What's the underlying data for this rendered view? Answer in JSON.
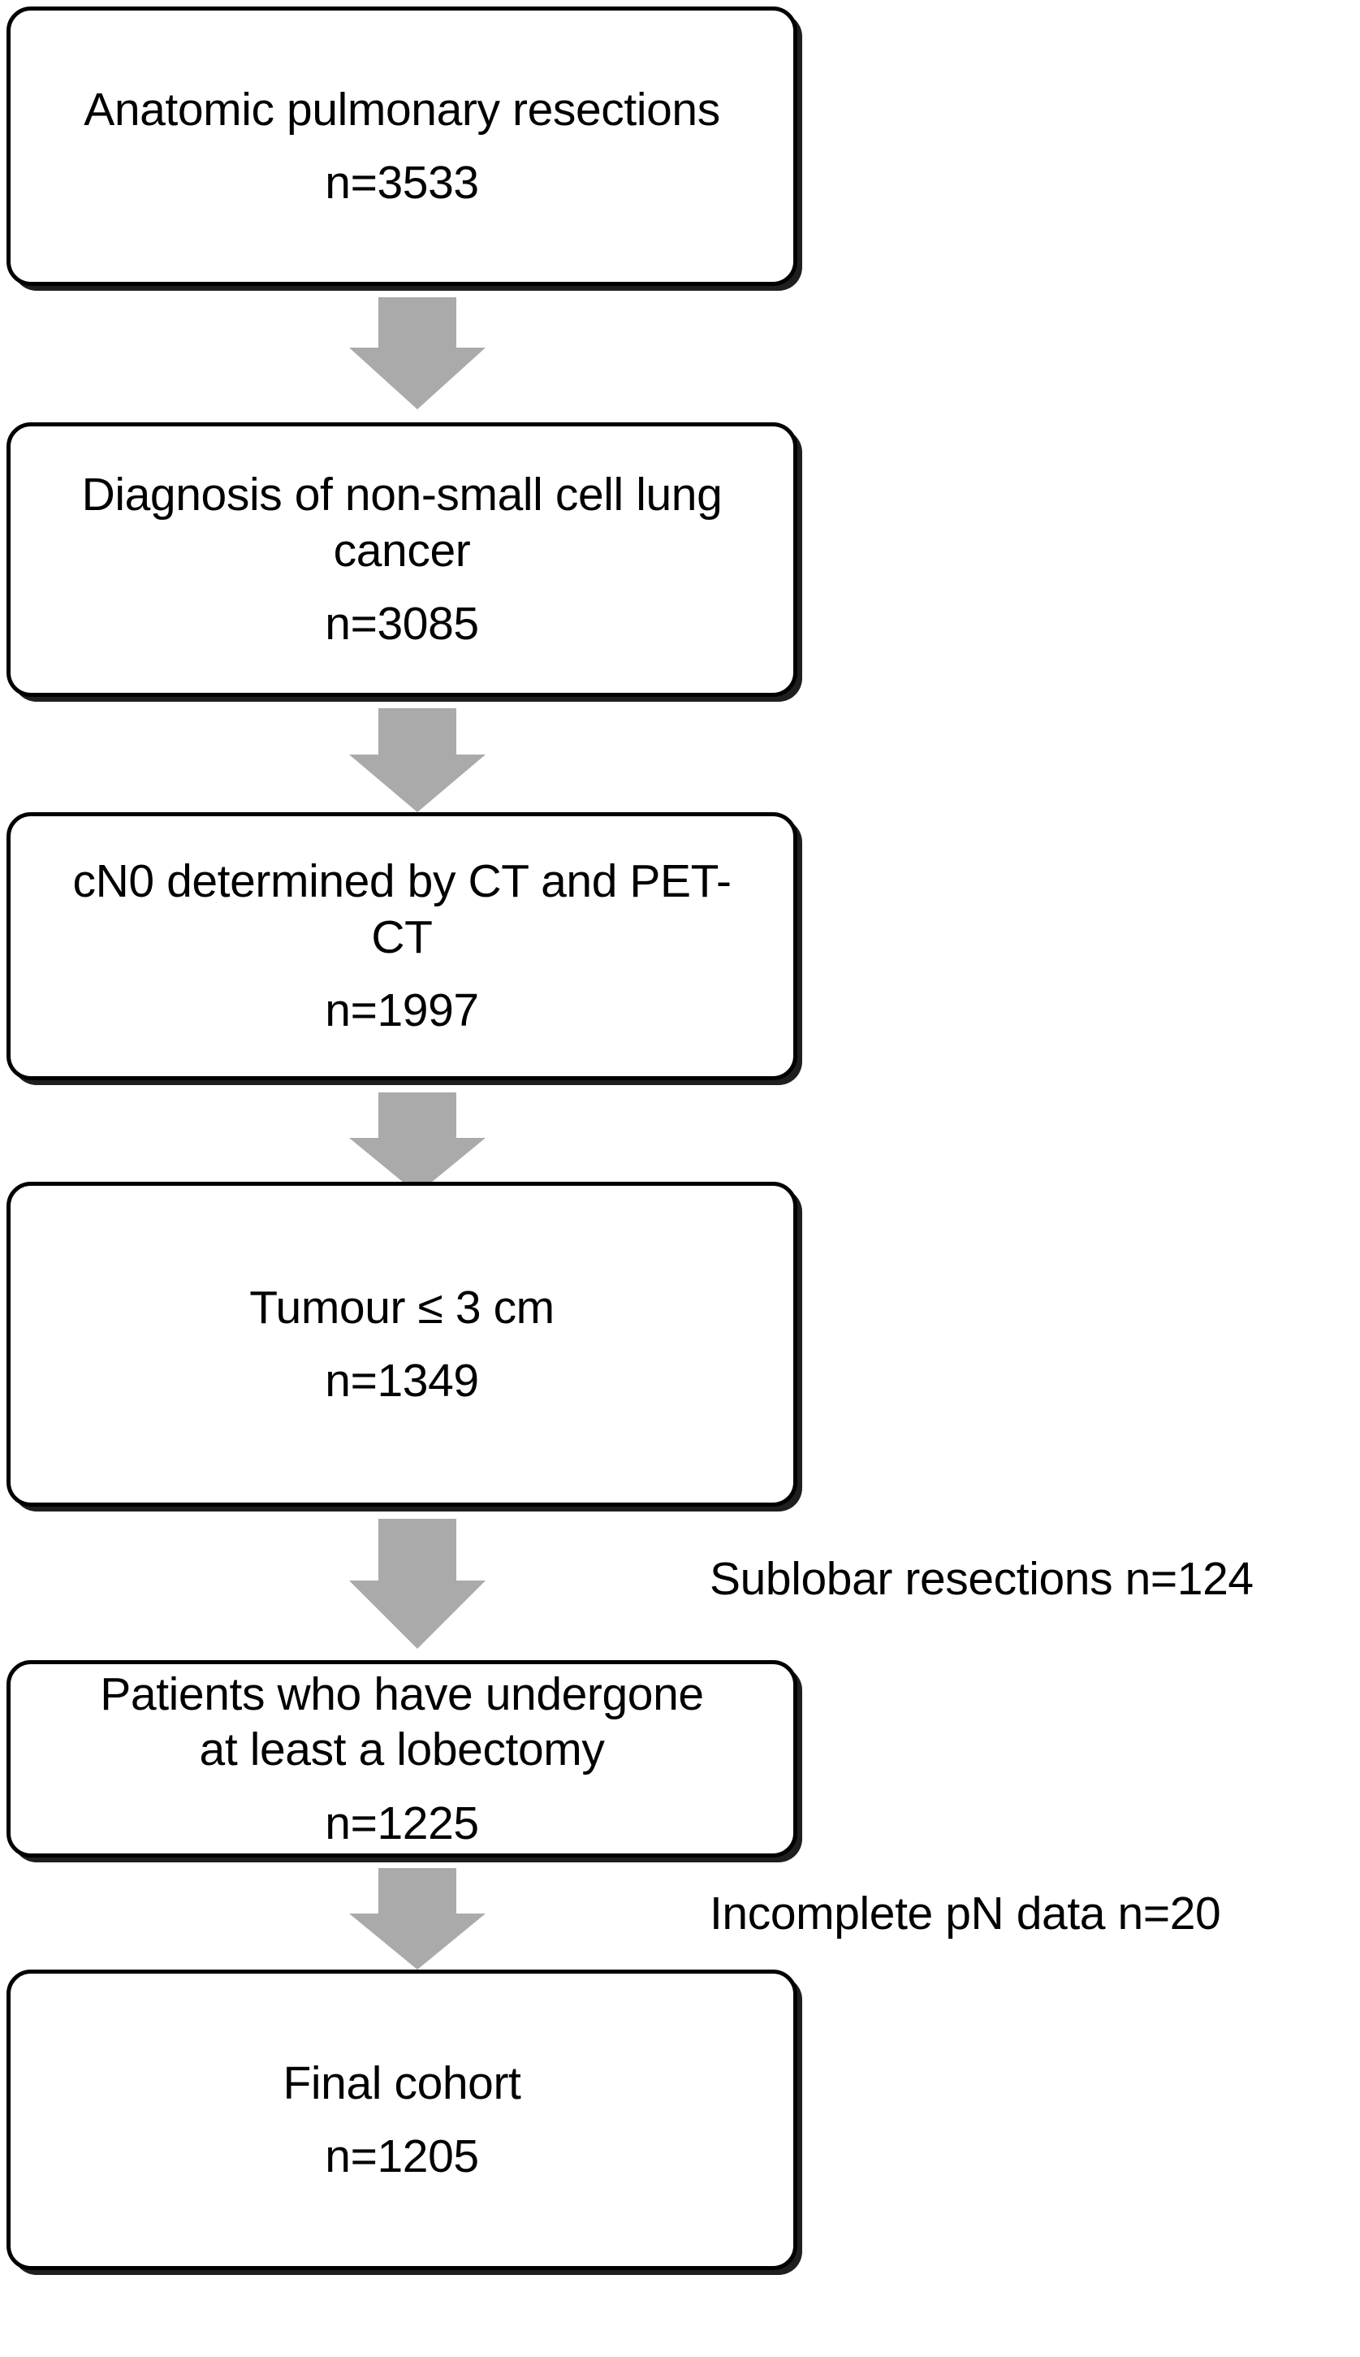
{
  "figure": {
    "type": "flowchart",
    "orientation": "vertical",
    "accent_arrow_color": "#AAAAAA",
    "box_border_color": "#000000",
    "box_fill_color": "#FFFFFF",
    "text_color": "#000000"
  },
  "nodes": [
    {
      "id": "anatomic-pulmonary-resections",
      "lines": [
        "Anatomic pulmonary resections"
      ],
      "count": "n=3533"
    },
    {
      "id": "diagnosis-nsclc",
      "lines": [
        "Diagnosis of non-small cell lung",
        "cancer"
      ],
      "count": "n=3085"
    },
    {
      "id": "cn0-determined",
      "lines": [
        "cN0 determined by CT and PET-",
        "CT"
      ],
      "count": "n=1997"
    },
    {
      "id": "tumour-size",
      "lines": [
        "Tumour ≤ 3 cm"
      ],
      "count": "n=1349"
    },
    {
      "id": "at-least-lobectomy",
      "lines": [
        "Patients who have undergone",
        "at least a lobectomy"
      ],
      "count": "n=1225"
    },
    {
      "id": "final-cohort",
      "lines": [
        "Final cohort"
      ],
      "count": "n=1205"
    }
  ],
  "annotations": [
    {
      "id": "sublobar-resections",
      "text": "Sublobar resections n=124"
    },
    {
      "id": "incomplete-pn-data",
      "text": "Incomplete pN data n=20"
    }
  ],
  "arrows": [
    {
      "id": "arrow-1",
      "from": "anatomic-pulmonary-resections",
      "to": "diagnosis-nsclc"
    },
    {
      "id": "arrow-2",
      "from": "diagnosis-nsclc",
      "to": "cn0-determined"
    },
    {
      "id": "arrow-3",
      "from": "cn0-determined",
      "to": "tumour-size"
    },
    {
      "id": "arrow-4",
      "from": "tumour-size",
      "to": "at-least-lobectomy"
    },
    {
      "id": "arrow-5",
      "from": "at-least-lobectomy",
      "to": "final-cohort"
    }
  ]
}
